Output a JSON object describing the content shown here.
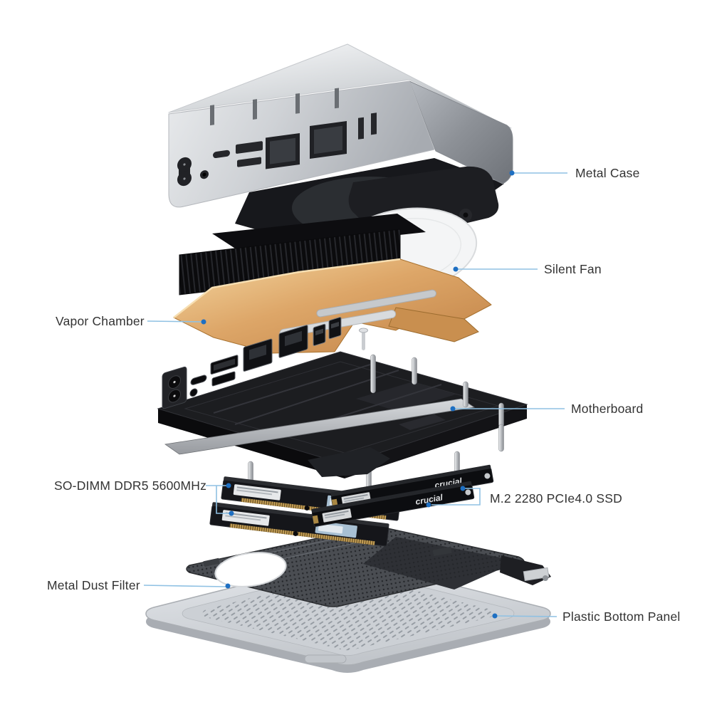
{
  "diagram": {
    "background": "#ffffff",
    "style": {
      "leader_line_color": "#8FC1E3",
      "leader_dot_color": "#1E6FC2",
      "label_color": "#333333",
      "copper_color": "#DDA668",
      "case_color": "#C9CCD1",
      "pcb_color": "#1C1D20",
      "panel_color": "#D2D6DA"
    },
    "callouts": {
      "metal_case": {
        "text": "Metal Case",
        "side": "right"
      },
      "silent_fan": {
        "text": "Silent Fan",
        "side": "right"
      },
      "vapor_chamber": {
        "text": "Vapor Chamber",
        "side": "left"
      },
      "motherboard": {
        "text": "Motherboard",
        "side": "right"
      },
      "so_dimm": {
        "text": "SO-DIMM DDR5 5600MHz",
        "side": "left"
      },
      "m2_ssd": {
        "text": "M.2 2280 PCIe4.0 SSD",
        "side": "right"
      },
      "dust_filter": {
        "text": "Metal Dust Filter",
        "side": "left"
      },
      "bottom_panel": {
        "text": "Plastic Bottom Panel",
        "side": "right"
      }
    },
    "ssd_brand": "crucial"
  }
}
